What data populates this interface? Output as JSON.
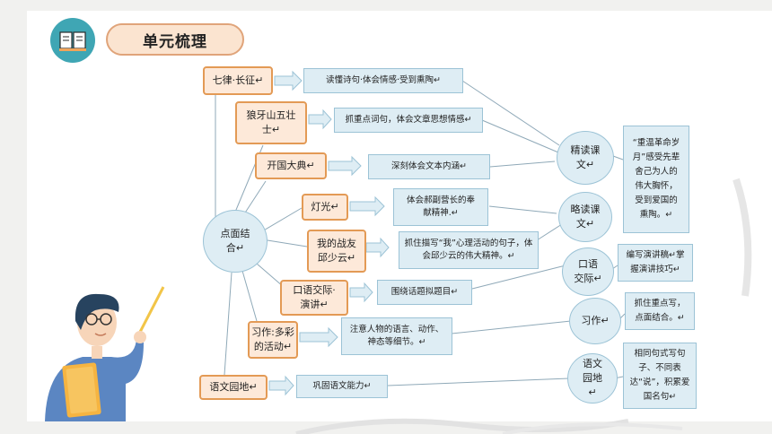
{
  "header": {
    "title": "单元梳理"
  },
  "lessons": [
    {
      "label": "七律·长征↵",
      "detail": "读懂诗句·体会情感·受到熏陶↵"
    },
    {
      "label": "狼牙山五壮士↵",
      "detail": "抓重点词句，体会文章思想情感↵"
    },
    {
      "label": "开国大典↵",
      "detail": "深刻体会文本内涵↵"
    },
    {
      "label": "灯光↵",
      "detail": "体会郝副营长的奉献精神.↵"
    },
    {
      "label": "我的战友邱少云↵",
      "detail": "抓住描写“我”心理活动的句子，体会邱少云的伟大精神。↵"
    },
    {
      "label": "口语交际·演讲↵",
      "detail": "围绕话题拟题目↵"
    },
    {
      "label": "习作:多彩的活动↵",
      "detail": "注意人物的语言、动作、神态等细节。↵"
    },
    {
      "label": "语文园地↵",
      "detail": "巩固语文能力↵"
    }
  ],
  "hub": {
    "label": "点面结合↵"
  },
  "categories": [
    {
      "label": "精读课文↵",
      "note": "“重温革命岁月”感受先辈舍己为人的伟大胸怀，受到爱国的熏陶。↵"
    },
    {
      "label": "略读课文↵",
      "note": ""
    },
    {
      "label": "口语交际↵",
      "note": "编写演讲稿↵掌握演讲技巧↵"
    },
    {
      "label": "习作↵",
      "note": "抓住重点写，点面结合。↵"
    },
    {
      "label": "语文园地↵",
      "note": "相同句式写句子、不同表达“说”，积累爱国名句↵"
    }
  ],
  "colors": {
    "accent": "#3fa6b4",
    "lesson_border": "#e39a55",
    "lesson_fill": "#fde9d9",
    "box_fill": "#deedf4",
    "box_border": "#9cc3d6"
  },
  "icons": {
    "logo": "book-icon",
    "illustration": "teacher-with-pointer",
    "arrow": "hollow-arrow-icon"
  }
}
